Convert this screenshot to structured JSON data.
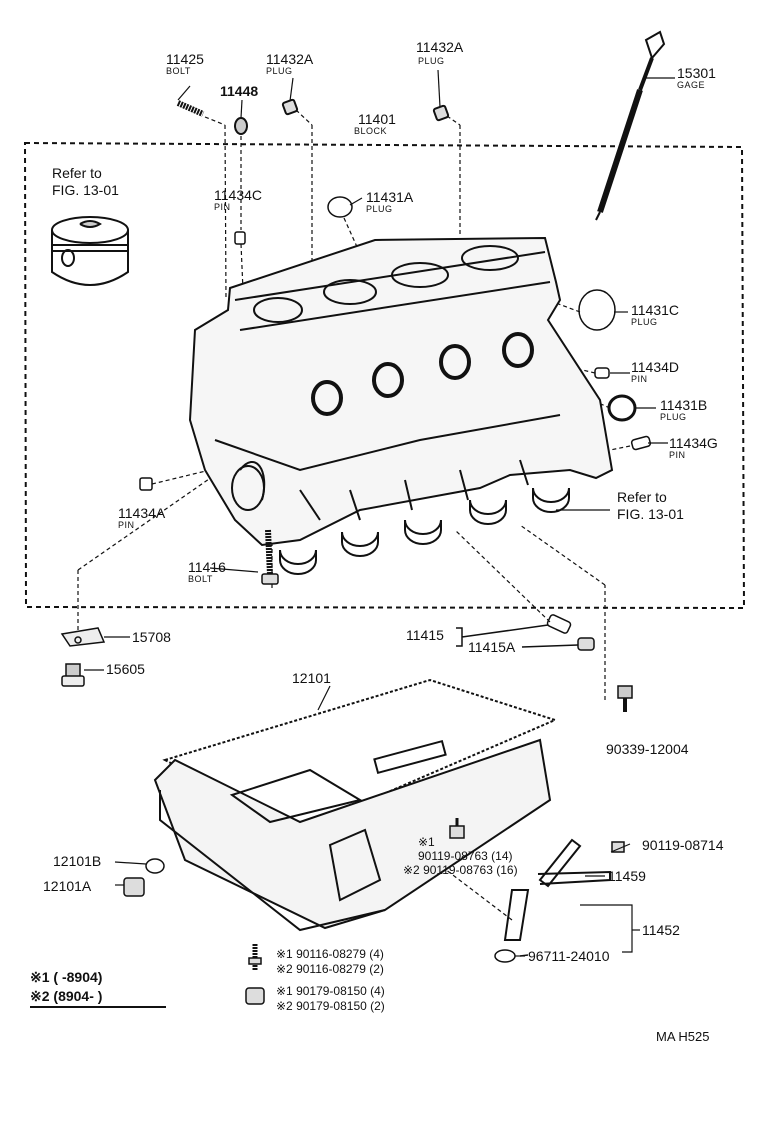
{
  "parts": {
    "p11425": {
      "num": "11425",
      "name": "BOLT"
    },
    "p11432A_l": {
      "num": "11432A",
      "name": "PLUG"
    },
    "p11432A_r": {
      "num": "11432A",
      "name": "PLUG"
    },
    "p15301": {
      "num": "15301",
      "name": "GAGE"
    },
    "p11448": {
      "num": "11448"
    },
    "p11401": {
      "num": "11401",
      "name": "BLOCK"
    },
    "p11434C": {
      "num": "11434C",
      "name": "PIN"
    },
    "p11431A": {
      "num": "11431A",
      "name": "PLUG"
    },
    "p11431C": {
      "num": "11431C",
      "name": "PLUG"
    },
    "p11434D": {
      "num": "11434D",
      "name": "PIN"
    },
    "p11431B": {
      "num": "11431B",
      "name": "PLUG"
    },
    "p11434G": {
      "num": "11434G",
      "name": "PIN"
    },
    "p11434A": {
      "num": "11434A",
      "name": "PIN"
    },
    "p11416": {
      "num": "11416",
      "name": "BOLT"
    },
    "p15708": {
      "num": "15708"
    },
    "p15605": {
      "num": "15605"
    },
    "p11415": {
      "num": "11415"
    },
    "p11415A": {
      "num": "11415A"
    },
    "p12101": {
      "num": "12101"
    },
    "p90339": {
      "num": "90339-12004"
    },
    "p90119_08714": {
      "num": "90119-08714"
    },
    "p11459": {
      "num": "11459"
    },
    "p11452": {
      "num": "11452"
    },
    "p96711": {
      "num": "96711-24010"
    },
    "p12101B": {
      "num": "12101B"
    },
    "p12101A": {
      "num": "12101A"
    }
  },
  "refs": {
    "fig_left": {
      "line1": "Refer to",
      "line2": "FIG. 13-01"
    },
    "fig_right": {
      "line1": "Refer to",
      "line2": "FIG. 13-01"
    }
  },
  "variants": {
    "pan_bolt_mark1": "※1",
    "pan_bolt_1": "90119-08763 (14)",
    "pan_bolt_2": "※2 90119-08763 (16)",
    "stud_1": "※1 90116-08279 (4)",
    "stud_2": "※2 90116-08279 (2)",
    "nut_1": "※1 90179-08150 (4)",
    "nut_2": "※2 90179-08150 (2)"
  },
  "legend": {
    "row1": "※1 (      -8904)",
    "row2": "※2 (8904-         )"
  },
  "footer": {
    "code": "MA  H525"
  }
}
